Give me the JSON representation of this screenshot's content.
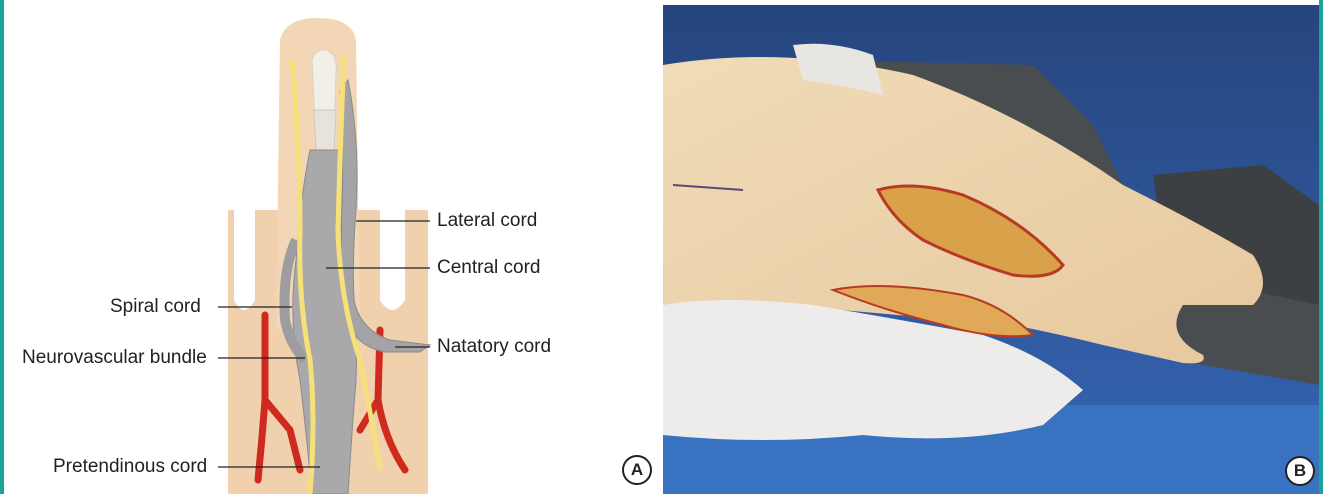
{
  "figure": {
    "panel_a": {
      "badge": "A",
      "labels": {
        "lateral_cord": "Lateral cord",
        "central_cord": "Central cord",
        "spiral_cord": "Spiral cord",
        "natatory_cord": "Natatory cord",
        "neurovascular_bundle": "Neurovascular bundle",
        "pretendinous_cord": "Pretendinous cord"
      }
    },
    "panel_b": {
      "badge": "B"
    }
  },
  "colors": {
    "frame": "#1aa39a",
    "skin": "#f3d6b6",
    "cord": "#a9a9ab",
    "nerve": "#f6e07a",
    "artery": "#cf2a1e",
    "drape": "#2f5aa8"
  }
}
